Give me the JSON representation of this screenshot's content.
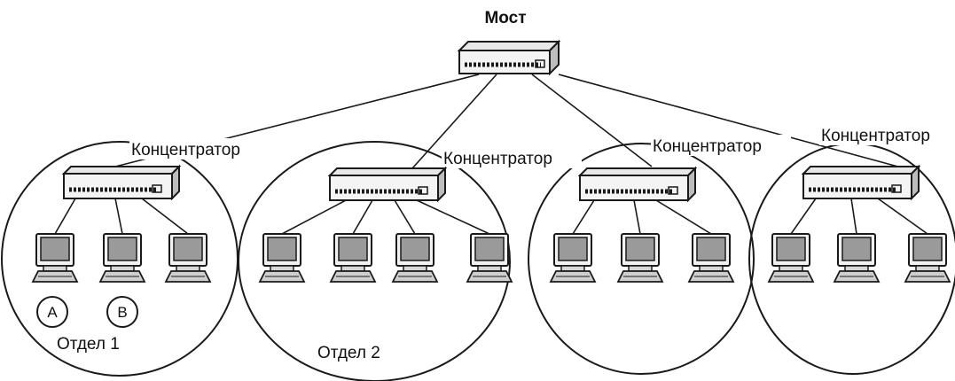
{
  "bridge": {
    "label": "Мост",
    "icon": "bridge-icon"
  },
  "hub_label": "Концентратор",
  "groups": [
    {
      "hub_label": "Концентратор",
      "department": "Отдел 1",
      "computers": 3,
      "hosts": [
        "A",
        "B"
      ]
    },
    {
      "hub_label": "Концентратор",
      "department": "Отдел 2",
      "computers": 4,
      "hosts": []
    },
    {
      "hub_label": "Концентратор",
      "department": "",
      "computers": 3,
      "hosts": []
    },
    {
      "hub_label": "Концентратор",
      "department": "",
      "computers": 3,
      "hosts": []
    }
  ],
  "colors": {
    "line": "#1a1a1a",
    "device_fill": "#f2f2f2",
    "screen_fill": "#9a9a9a",
    "background": "#ffffff"
  },
  "icons": {
    "hub": "hub-icon",
    "computer": "computer-icon"
  }
}
